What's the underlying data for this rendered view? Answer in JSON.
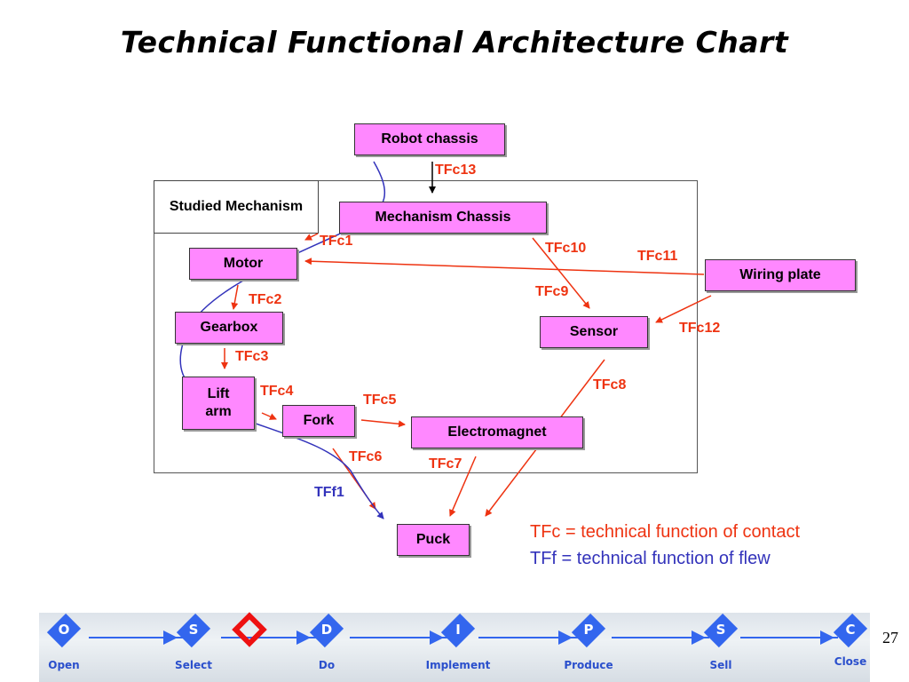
{
  "title": "Technical Functional Architecture Chart",
  "frame_label": "Studied Mechanism",
  "nodes": {
    "robot_chassis": "Robot chassis",
    "mechanism_chassis": "Mechanism Chassis",
    "motor": "Motor",
    "gearbox": "Gearbox",
    "lift_arm": "Lift arm",
    "fork": "Fork",
    "electromagnet": "Electromagnet",
    "sensor": "Sensor",
    "wiring_plate": "Wiring plate",
    "puck": "Puck"
  },
  "links": [
    {
      "id": "TFc13",
      "from": "Robot chassis",
      "to": "Mechanism Chassis",
      "type": "contact"
    },
    {
      "id": "TFc1",
      "from": "Mechanism Chassis",
      "to": "Motor",
      "type": "contact"
    },
    {
      "id": "TFc11",
      "from": "Wiring plate",
      "to": "Motor",
      "type": "contact"
    },
    {
      "id": "TFc10",
      "from": "Mechanism Chassis",
      "to": "Sensor",
      "type": "contact"
    },
    {
      "id": "TFc9",
      "from": "Mechanism Chassis",
      "to": "Sensor",
      "type": "contact"
    },
    {
      "id": "TFc12",
      "from": "Wiring plate",
      "to": "Sensor",
      "type": "contact"
    },
    {
      "id": "TFc2",
      "from": "Motor",
      "to": "Gearbox",
      "type": "contact"
    },
    {
      "id": "TFc3",
      "from": "Gearbox",
      "to": "Lift arm",
      "type": "contact"
    },
    {
      "id": "TFc4",
      "from": "Lift arm",
      "to": "Fork",
      "type": "contact"
    },
    {
      "id": "TFc5",
      "from": "Fork",
      "to": "Electromagnet",
      "type": "contact"
    },
    {
      "id": "TFc6",
      "from": "Fork",
      "to": "Puck",
      "type": "contact"
    },
    {
      "id": "TFc7",
      "from": "Electromagnet",
      "to": "Puck",
      "type": "contact"
    },
    {
      "id": "TFc8",
      "from": "Sensor",
      "to": "Puck",
      "type": "contact"
    },
    {
      "id": "TFf1",
      "from": "Robot chassis",
      "to": "Puck",
      "type": "flow"
    }
  ],
  "legend": {
    "contact": "TFc = technical function of contact",
    "flow": "TFf = technical function of flew"
  },
  "colors": {
    "node_fill": "#ff88ff",
    "contact": "#ee3311",
    "flow": "#3333bb",
    "nav": "#3366ee",
    "marker": "#ee1111"
  },
  "nav": {
    "steps": [
      {
        "letter": "O",
        "name": "Open"
      },
      {
        "letter": "S",
        "name": "Select"
      },
      {
        "letter": "D",
        "name": "Do"
      },
      {
        "letter": "I",
        "name": "Implement"
      },
      {
        "letter": "P",
        "name": "Produce"
      },
      {
        "letter": "S",
        "name": "Sell"
      },
      {
        "letter": "C",
        "name": "Close"
      }
    ],
    "current_after": "Select"
  },
  "page_number": "27"
}
